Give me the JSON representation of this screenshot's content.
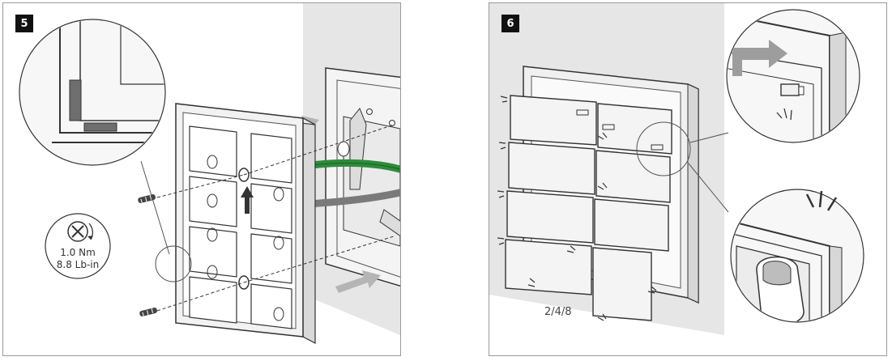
{
  "step_5": {
    "number": "5",
    "torque": {
      "nm": "1.0 Nm",
      "lbin": "8.8 Lb-in"
    }
  },
  "step_6": {
    "number": "6",
    "variants": "2/4/8"
  },
  "colors": {
    "wall": "#e6e6e6",
    "cable_green": "#2e8b3a",
    "cable_grey": "#7a7a7a",
    "arrow": "#b5b5b5",
    "line": "#333333",
    "badge": "#111111"
  }
}
